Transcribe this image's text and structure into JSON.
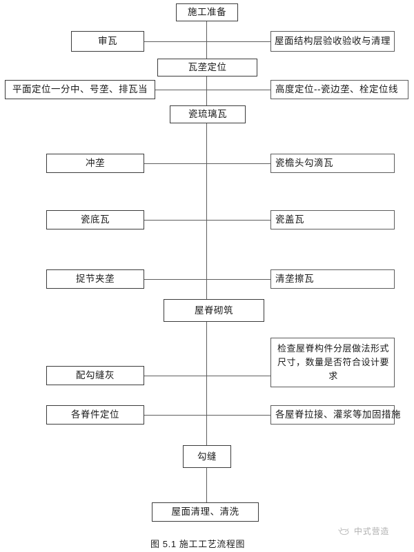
{
  "diagram": {
    "caption": "图 5.1  施工工艺流程图",
    "nodes": [
      {
        "id": "n1",
        "label": "施工准备"
      },
      {
        "id": "n2",
        "label": "审瓦"
      },
      {
        "id": "n3",
        "label": "屋面结构层验收验收与清理"
      },
      {
        "id": "n4",
        "label": "瓦垄定位"
      },
      {
        "id": "n5",
        "label": "平面定位一分中、号垄、排瓦当"
      },
      {
        "id": "n6",
        "label": "高度定位--瓷边垄、栓定位线"
      },
      {
        "id": "n7",
        "label": "瓷琉璃瓦"
      },
      {
        "id": "n8",
        "label": "冲垄"
      },
      {
        "id": "n9",
        "label": "瓷檐头勾滴瓦"
      },
      {
        "id": "n10",
        "label": "瓷底瓦"
      },
      {
        "id": "n11",
        "label": "瓷盖瓦"
      },
      {
        "id": "n12",
        "label": "捉节夹垄"
      },
      {
        "id": "n13",
        "label": "清垄擦瓦"
      },
      {
        "id": "n14",
        "label": "屋脊砌筑"
      },
      {
        "id": "n15",
        "label": "检查屋脊构件分层做法形式尺寸，数量是否符合设计要求"
      },
      {
        "id": "n16",
        "label": "配勾缝灰"
      },
      {
        "id": "n17",
        "label": "各脊件定位"
      },
      {
        "id": "n18",
        "label": "各屋脊拉接、灌浆等加固措施"
      },
      {
        "id": "n19",
        "label": "勾缝"
      },
      {
        "id": "n20",
        "label": "屋面清理、清洗"
      }
    ],
    "watermark": {
      "text": "中式营造",
      "icon": "brand-cloud-icon"
    },
    "colors": {
      "box_border": "#3a3a3a",
      "connector": "#5d5d5d",
      "text": "#1a1a1a",
      "watermark": "#b0b0b0"
    }
  }
}
